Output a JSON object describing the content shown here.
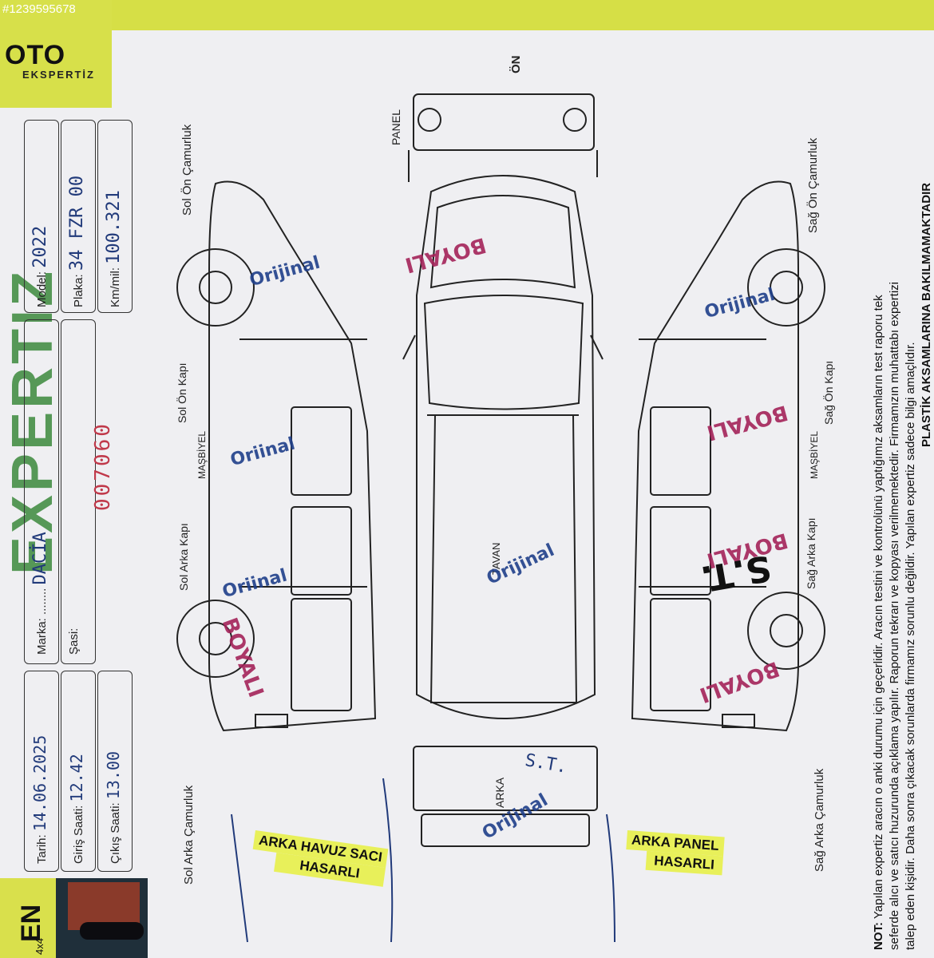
{
  "watermark_id": "#1239595678",
  "logo": {
    "name": "OTO",
    "sub": "EKSPERTİZ"
  },
  "title_partial": "EXPERTIZ",
  "fields": {
    "tarih_label": "Tarih:",
    "tarih_value": "14.06.2025",
    "giris_label": "Giriş Saati:",
    "giris_value": "12.42",
    "cikis_label": "Çıkış Saati:",
    "cikis_value": "13.00",
    "marka_label": "Marka:",
    "marka_value": "DACİA",
    "sasi_label": "Şasi:",
    "sasi_value": "",
    "model_label": "Model:",
    "model_value": "2022",
    "plaka_label": "Plaka:",
    "plaka_value": "34 FZR 00",
    "km_label": "Km/mil:",
    "km_value": "100.321",
    "serial": "007060"
  },
  "parts": {
    "on": "ÖN",
    "panel": "PANEL",
    "arka": "ARKA",
    "tavan": "TAVAN",
    "masbiyel_left": "MAŞBİYEL",
    "masbiyel_right": "MAŞBİYEL",
    "sol_on_camurluk": "Sol Ön Çamurluk",
    "sol_on_kapi": "Sol Ön Kapı",
    "sol_arka_kapi": "Sol Arka Kapı",
    "sol_arka_camurluk": "Sol Arka Çamurluk",
    "sag_on_camurluk": "Sağ Ön Çamurluk",
    "sag_on_kapi": "Sağ Ön Kapı",
    "sag_arka_kapi": "Sağ Arka Kapı",
    "sag_arka_camurluk": "Sağ Arka Çamurluk"
  },
  "stamps": {
    "orijinal": "Orijinal",
    "oriinal": "Oriinal",
    "boyali": "BOYALI",
    "st": "S.T.",
    "st_hand": "S.T."
  },
  "highlights": {
    "left_line1": "ARKA HAVUZ SACI",
    "left_line2": "HASARLI",
    "right_line1": "ARKA PANEL",
    "right_line2": "HASARLI"
  },
  "note": {
    "label": "NOT:",
    "line1": "Yapılan expertiz aracın o anki durumu için geçerlidir. Aracın testini ve kontrolünü yaptığımız aksamların test raporu tek",
    "line2": "seferde alıcı ve satıcı huzurunda açıklama yapılır. Raporun tekrarı ve kopyası verilmemektedir. Firmamızın muhattabı expertizi",
    "line3": "talep eden kişidir. Daha sonra çıkacak sorunlarda firmamız sorunlu değildir. Yapılan expertiz sadece bilgi amaçlıdır.",
    "line4": "PLASTİK AKSAMLARINA BAKILMAMAKTADIR"
  },
  "bottom_logo": "EN",
  "bottom_4x4": "4x4"
}
